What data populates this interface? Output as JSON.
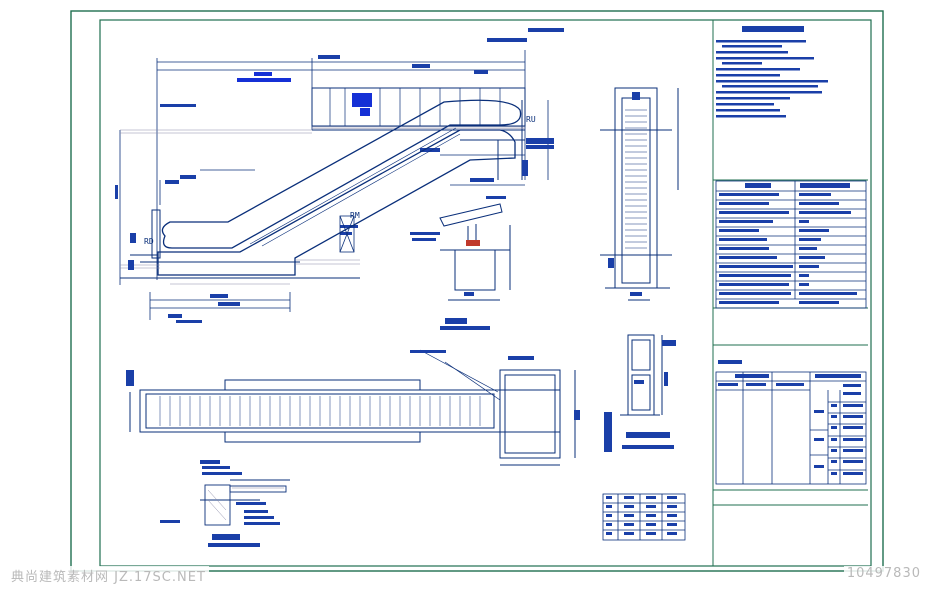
{
  "drawing": {
    "labels": {
      "rd": "RD",
      "ru": "RU",
      "rm": "RM"
    }
  },
  "watermark": {
    "site": "典尚建筑素材网 JZ.17SC.NET",
    "code": "10497830"
  },
  "colors": {
    "frame": "#1f6f4f",
    "outline": "#0a2f7a",
    "text": "#1a3fa8",
    "highlight": "#1530d6",
    "hatch": "#8a8aa8"
  }
}
